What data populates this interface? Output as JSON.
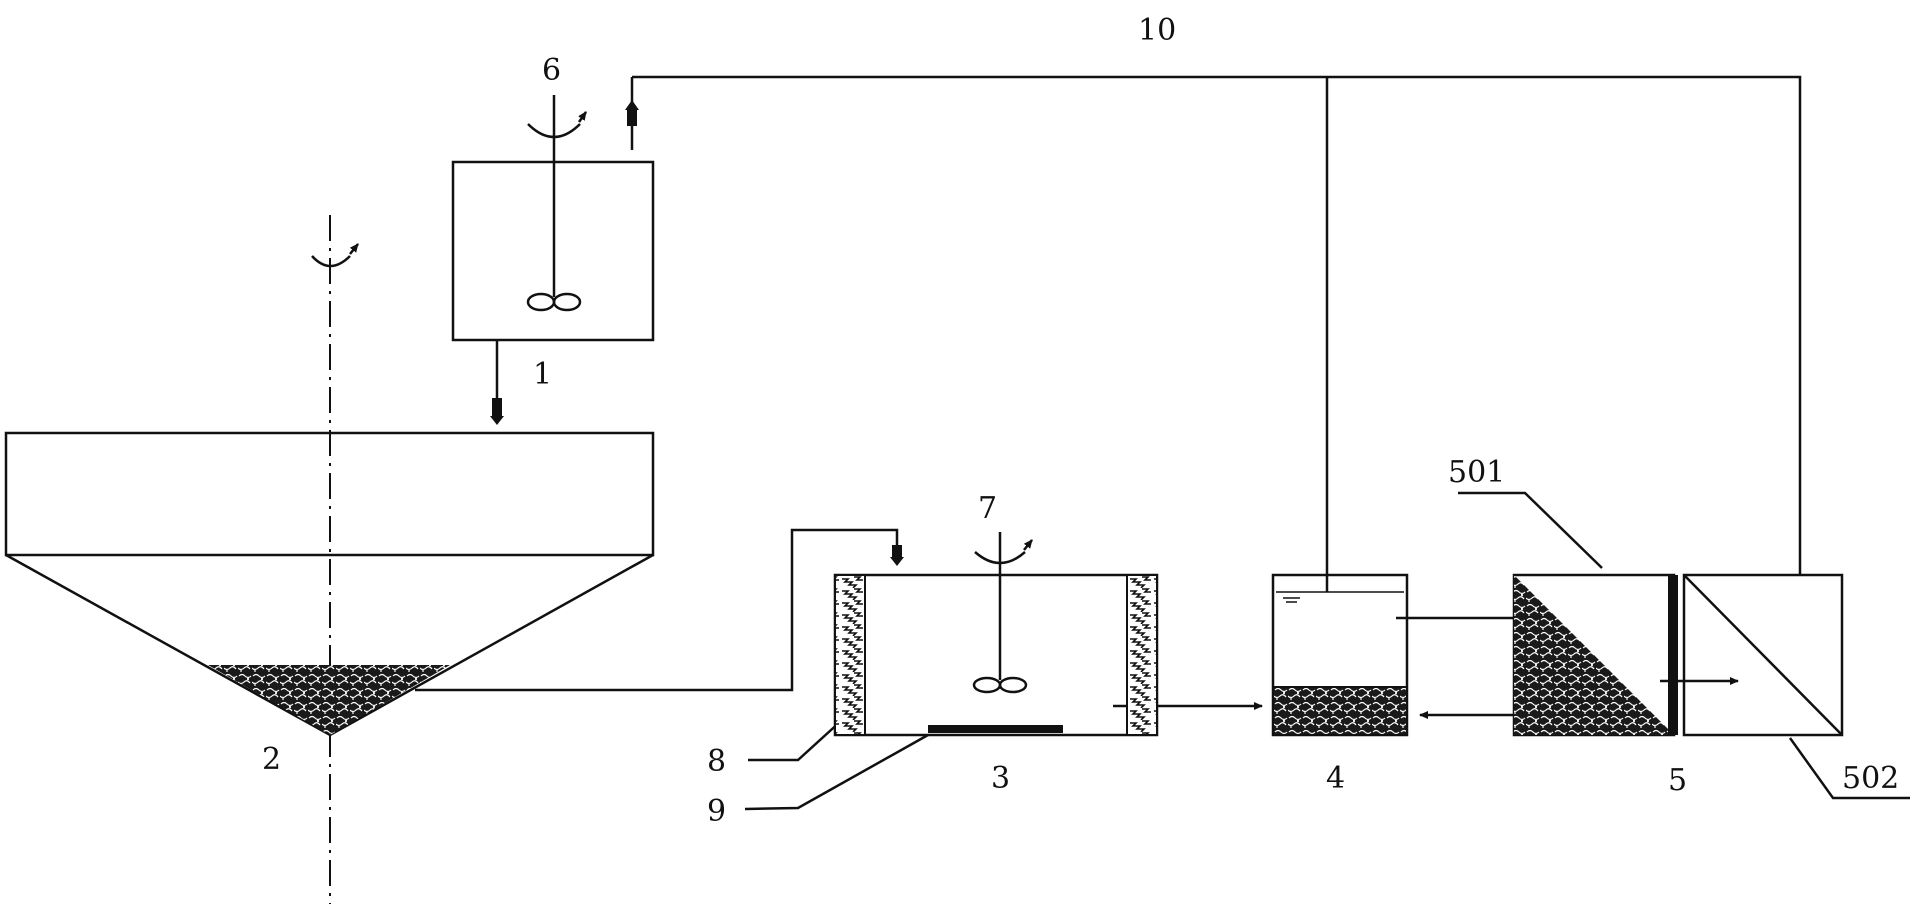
{
  "labels": {
    "l1": "1",
    "l2": "2",
    "l3": "3",
    "l4": "4",
    "l5": "5",
    "l6": "6",
    "l7": "7",
    "l8": "8",
    "l9": "9",
    "l10": "10",
    "l501": "501",
    "l502": "502"
  },
  "colors": {
    "line": "#111111",
    "fill_dark": "#1a1a1a",
    "background": "#ffffff"
  }
}
